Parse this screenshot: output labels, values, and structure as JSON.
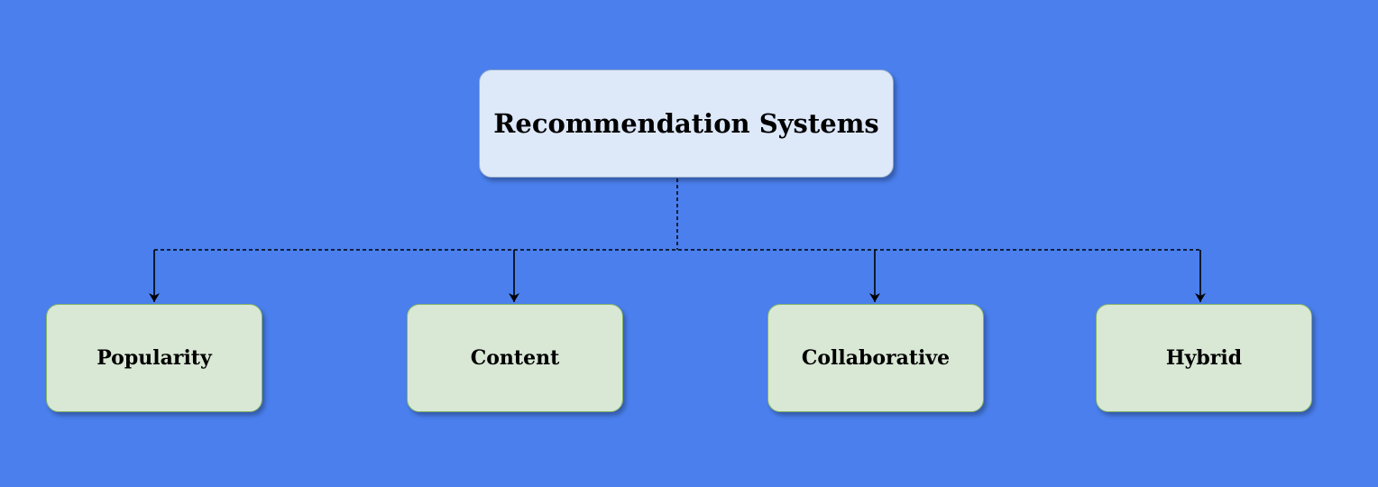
{
  "diagram": {
    "root": {
      "label": "Recommendation Systems"
    },
    "children": [
      {
        "label": "Popularity"
      },
      {
        "label": "Content"
      },
      {
        "label": "Collaborative"
      },
      {
        "label": "Hybrid"
      }
    ],
    "colors": {
      "background": "#4a7fed",
      "root_fill": "#dde8f9",
      "root_border": "#8ea6c6",
      "child_fill": "#d9e7d5",
      "child_border": "#82b366",
      "connector": "#000000"
    }
  }
}
